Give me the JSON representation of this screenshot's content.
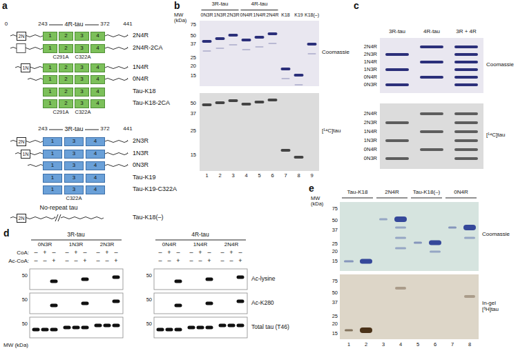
{
  "diagram": {
    "nodes": [
      {
        "text": [
          "2N"
        ]
      },
      {
        "text": [
          "1"
        ]
      },
      {
        "text": [
          "2"
        ]
      },
      {
        "text": [
          "3"
        ]
      },
      {
        "text": [
          "4"
        ]
      },
      {
        "text": [
          "1"
        ]
      },
      {
        "text": [
          "2"
        ]
      },
      {
        "text": [
          "3"
        ]
      },
      {
        "text": [
          "4"
        ]
      },
      {
        "text": [
          "1N"
        ]
      },
      {
        "text": [
          "1"
        ]
      },
      {
        "text": [
          "2"
        ]
      },
      {
        "text": [
          "3"
        ]
      },
      {
        "text": [
          "4"
        ]
      },
      {
        "text": [
          "1"
        ]
      },
      {
        "text": [
          "2"
        ]
      },
      {
        "text": [
          "3"
        ]
      },
      {
        "text": [
          "4"
        ]
      },
      {
        "text": [
          "1"
        ]
      },
      {
        "text": [
          "2"
        ]
      },
      {
        "text": [
          "3"
        ]
      },
      {
        "text": [
          "4"
        ]
      },
      {
        "text": [
          "1"
        ]
      },
      {
        "text": [
          "2"
        ]
      },
      {
        "text": [
          "3"
        ]
      },
      {
        "text": [
          "4"
        ]
      },
      {
        "text": [
          "2N"
        ]
      },
      {
        "text": [
          "1"
        ]
      },
      {
        "text": [
          "3"
        ]
      },
      {
        "text": [
          "4"
        ]
      },
      {
        "text": [
          "1N"
        ]
      },
      {
        "text": [
          "1"
        ]
      },
      {
        "text": [
          "3"
        ]
      },
      {
        "text": [
          "4"
        ]
      },
      {
        "text": [
          "1"
        ]
      },
      {
        "text": [
          "3"
        ]
      },
      {
        "text": [
          "4"
        ]
      },
      {
        "text": [
          "1"
        ]
      },
      {
        "text": [
          "3"
        ]
      },
      {
        "text": [
          "4"
        ]
      },
      {
        "text": [
          "1"
        ]
      },
      {
        "text": [
          "3"
        ]
      },
      {
        "text": [
          "4"
        ]
      },
      {
        "text": [
          "2N"
        ]
      }
    ],
    "labels": [
      "a",
      "0",
      "243",
      "4R-tau",
      "372",
      "441",
      "2N4R",
      "2N4R-2CA",
      "C291A",
      "C322A",
      "1N4R",
      "0N4R",
      "Tau-K18",
      "Tau-K18-2CA",
      "C291A",
      "C322A",
      "243",
      "3R-tau",
      "372",
      "441",
      "2N3R",
      "1N3R",
      "0N3R",
      "Tau-K19",
      "Tau-K19-C322A",
      "C322A",
      "No-repeat tau",
      "Tau-K18(–)",
      "b",
      "MW (kDa)",
      "3R-tau",
      "4R-tau",
      "0N3R",
      "1N3R",
      "2N3R",
      "0N4R",
      "1N4R",
      "2N4R",
      "K18",
      "K19",
      "K18(–)",
      "75",
      "50",
      "37",
      "25",
      "20",
      "15",
      "Coomassie",
      "50",
      "37",
      "25",
      "15",
      "[¹⁴C]tau",
      "1",
      "2",
      "3",
      "4",
      "5",
      "6",
      "7",
      "8",
      "9",
      "c",
      "3R-tau",
      "4R-tau",
      "3R + 4R",
      "2N4R",
      "2N3R",
      "1N4R",
      "1N3R",
      "0N4R",
      "0N3R",
      "Coomassie",
      "2N4R",
      "2N3R",
      "1N4R",
      "1N3R",
      "0N4R",
      "0N3R",
      "[¹⁴C]tau",
      "d",
      "3R-tau",
      "4R-tau",
      "0N3R",
      "1N3R",
      "2N3R",
      "0N4R",
      "1N4R",
      "2N4R",
      "CoA:",
      "Ac-CoA:",
      "–",
      "+",
      "–",
      "–",
      "+",
      "–",
      "–",
      "+",
      "–",
      "–",
      "+",
      "–",
      "–",
      "+",
      "–",
      "–",
      "+",
      "–",
      "–",
      "–",
      "+",
      "–",
      "–",
      "+",
      "–",
      "–",
      "+",
      "–",
      "–",
      "+",
      "–",
      "–",
      "+",
      "–",
      "–",
      "+",
      "Ac-lysine",
      "Ac-K280",
      "Total tau (T46)",
      "50",
      "50",
      "50",
      "50",
      "50",
      "50",
      "MW (kDa)",
      "e",
      "MW (kDa)",
      "Tau-K18",
      "2N4R",
      "Tau-K18(–)",
      "0N4R",
      "75",
      "50",
      "37",
      "25",
      "20",
      "15",
      "Coomassie",
      "75",
      "50",
      "37",
      "25",
      "20",
      "15",
      "In-gel [³H]tau",
      "1",
      "2",
      "3",
      "4",
      "5",
      "6",
      "7",
      "8"
    ]
  }
}
